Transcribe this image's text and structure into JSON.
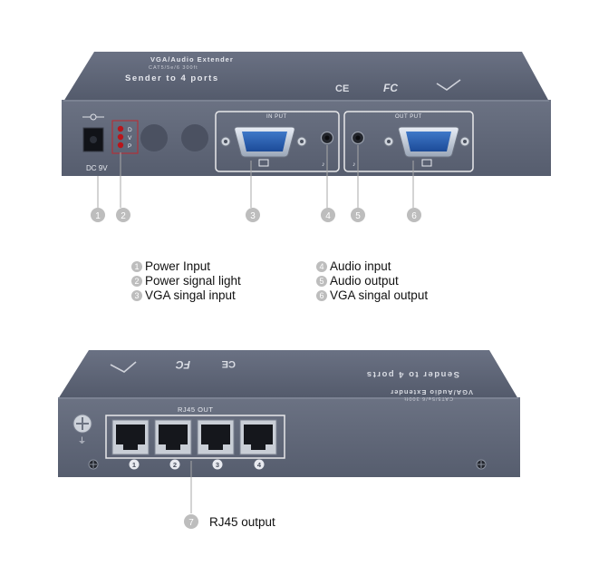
{
  "top_device": {
    "title_line1": "VGA/Audio Extender",
    "title_line2": "CAT5/5e/6 300ft",
    "title_line3": "Sender  to  4  ports",
    "ce_mark": "CE",
    "fcc_mark": "FC",
    "input_label": "IN PUT",
    "output_label": "OUT PUT",
    "led_labels": [
      "D",
      "V",
      "P"
    ],
    "dc_label": "DC 9V"
  },
  "callouts_top": [
    "1",
    "2",
    "3",
    "4",
    "5",
    "6"
  ],
  "legend_left": [
    {
      "num": "1",
      "text": "Power Input"
    },
    {
      "num": "2",
      "text": "Power signal light"
    },
    {
      "num": "3",
      "text": "VGA singal input"
    }
  ],
  "legend_right": [
    {
      "num": "4",
      "text": "Audio input"
    },
    {
      "num": "5",
      "text": "Audio output"
    },
    {
      "num": "6",
      "text": "VGA singal output"
    }
  ],
  "bottom_device": {
    "rj45_label": "RJ45 OUT",
    "port_numbers": [
      "1",
      "2",
      "3",
      "4"
    ],
    "title_line1": "Sender  to  4  ports",
    "title_line2": "VGA/Audio Extender",
    "title_line3": "CAT5/5e/6 300ft",
    "ce_mark": "CE",
    "fcc_mark": "FC"
  },
  "callout_bottom": {
    "num": "7",
    "text": "RJ45 output"
  },
  "colors": {
    "body_top": "#5a6275",
    "body_front": "#606879",
    "panel_border": "#e8e8ea",
    "callout": "#bdbdbd",
    "led": "#b8161c"
  }
}
